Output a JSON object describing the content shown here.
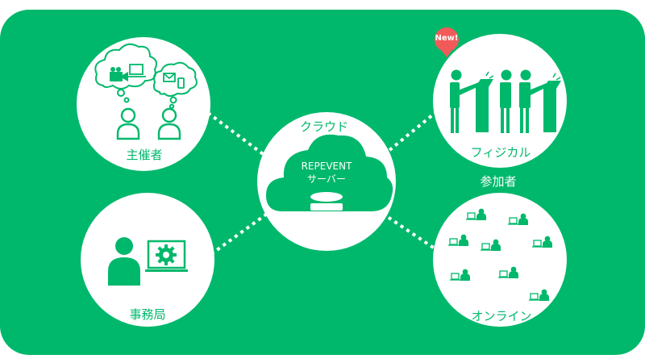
{
  "nodes": {
    "organizer": {
      "label": "主催者"
    },
    "office": {
      "label": "事務局"
    },
    "cloud": {
      "label": "クラウド",
      "server_line1": "REPEVENT",
      "server_line2": "サーバー"
    },
    "physical": {
      "label": "フィジカル",
      "badge": "New!"
    },
    "online": {
      "label": "オンライン"
    }
  },
  "participants_label": "参加者",
  "colors": {
    "brand_green": "#00b86b",
    "white": "#ffffff",
    "badge_red": "#f25a5a"
  }
}
